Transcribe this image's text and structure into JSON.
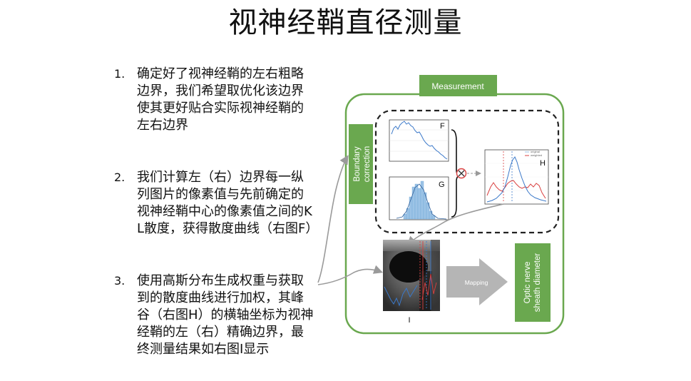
{
  "title": "视神经鞘直径测量",
  "steps": [
    {
      "num": "1.",
      "text": "确定好了视神经鞘的左右粗略边界，我们希望取优化该边界使其更好贴合实际视神经鞘的左右边界"
    },
    {
      "num": "2.",
      "text": "我们计算左（右）边界每一纵列图片的像素值与先前确定的视神经鞘中心的像素值之间的KL散度，获得散度曲线（右图F）"
    },
    {
      "num": "3.",
      "text": "使用高斯分布生成权重与获取到的散度曲线进行加权，其峰谷（右图H）的横轴坐标为视神经鞘的左（右）精确边界，最终测量结果如右图I显示"
    }
  ],
  "diagram": {
    "measurement_label": "Measurement",
    "boundary_line1": "Boundary",
    "boundary_line2": "correction",
    "onsd_line1": "Optic nerve",
    "onsd_line2": "sheath diameter",
    "mapping_label": "Mapping",
    "panel_f": "F",
    "panel_g": "G",
    "panel_h": "H",
    "panel_i": "I",
    "legend_h_1": "original",
    "legend_h_2": "weighted",
    "colors": {
      "green": "#6aa84f",
      "green_dark": "#5b9445",
      "blue": "#3a78c9",
      "red": "#d94040",
      "gray_arrow": "#b5b5b5"
    }
  }
}
